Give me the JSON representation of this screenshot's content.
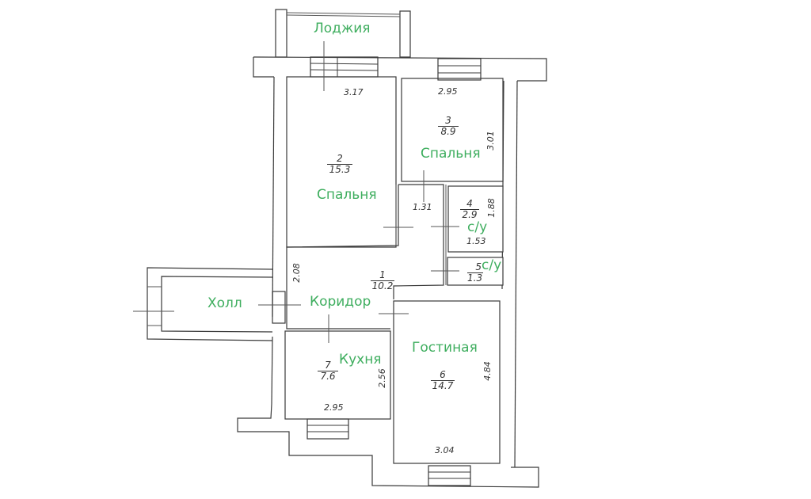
{
  "plan": {
    "label_color": "#3fae5f",
    "line_color": "#3a3a3a",
    "rooms": [
      {
        "id": "1",
        "name": "Коридор",
        "area": "10.2",
        "dims": [
          "2.08"
        ]
      },
      {
        "id": "2",
        "name": "Спальня",
        "area": "15.3",
        "dims": [
          "3.17"
        ]
      },
      {
        "id": "3",
        "name": "Спальня",
        "area": "8.9",
        "dims": [
          "2.95",
          "3.01"
        ]
      },
      {
        "id": "4",
        "name": "с/у",
        "area": "2.9",
        "dims": [
          "1.88",
          "1.53"
        ]
      },
      {
        "id": "5",
        "name": "с/у",
        "area": "1.3",
        "dims": []
      },
      {
        "id": "6",
        "name": "Гостиная",
        "area": "14.7",
        "dims": [
          "4.84",
          "3.04"
        ]
      },
      {
        "id": "7",
        "name": "Кухня",
        "area": "7.6",
        "dims": [
          "2.56",
          "2.95"
        ]
      }
    ],
    "extra_labels": {
      "loggia": "Лоджия",
      "hall": "Холл"
    },
    "dims_misc": {
      "corridor_width": "1.31"
    }
  }
}
